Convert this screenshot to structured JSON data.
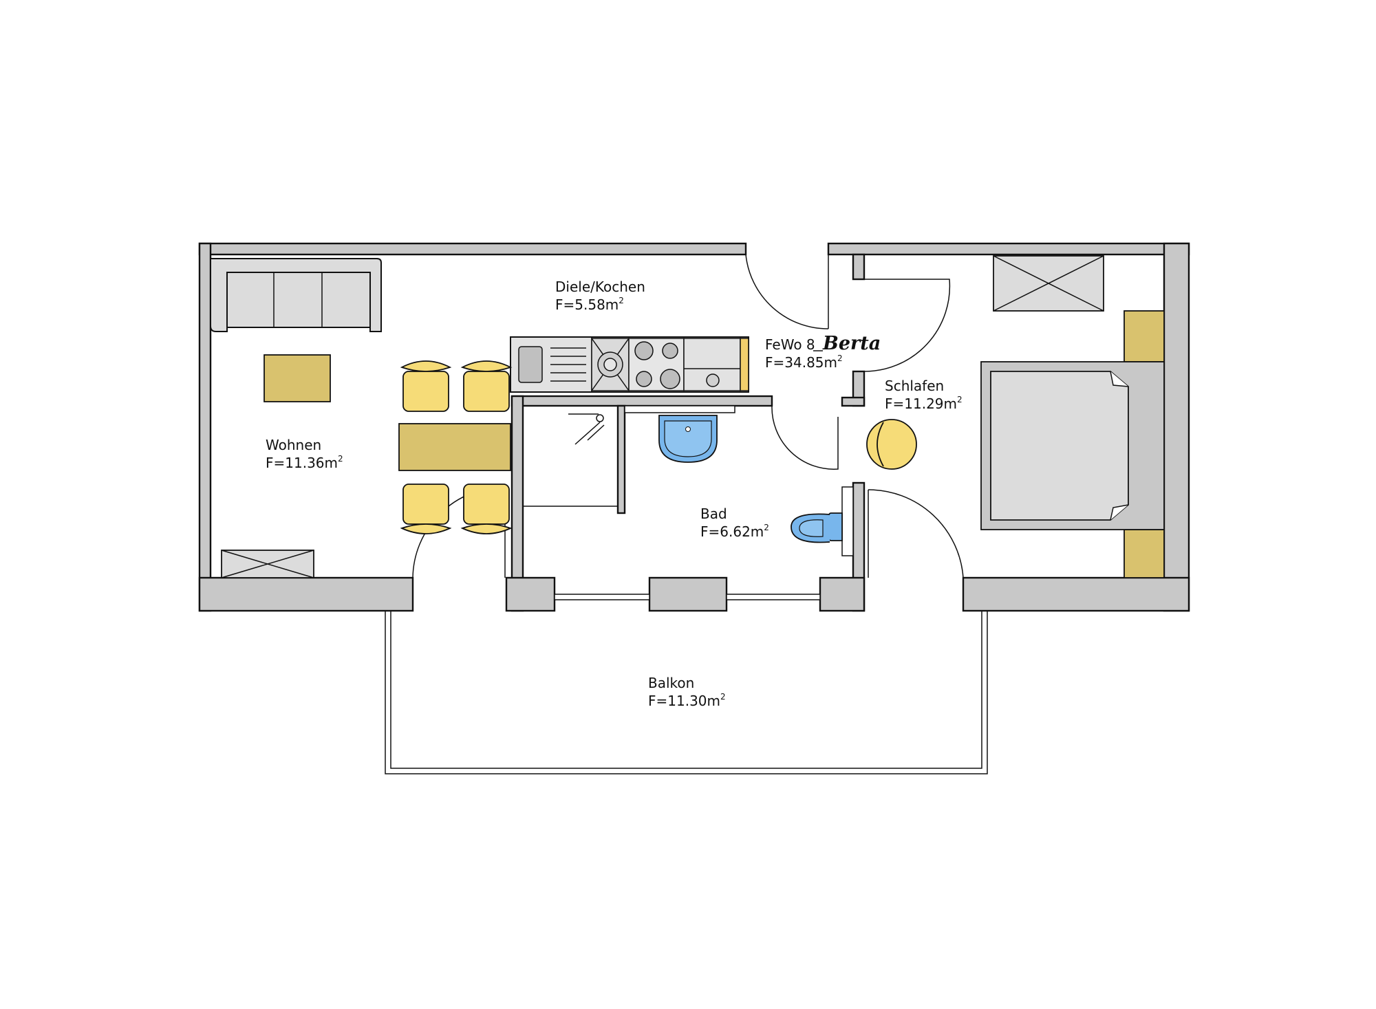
{
  "plan": {
    "unit": {
      "name": "FeWo 8",
      "brand": "Berta",
      "area": "F=34.85m",
      "area_unit_sup": "2"
    },
    "rooms": [
      {
        "id": "diele-kochen",
        "name": "Diele/Kochen",
        "area": "F=5.58m",
        "sup": "2"
      },
      {
        "id": "wohnen",
        "name": "Wohnen",
        "area": "F=11.36m",
        "sup": "2"
      },
      {
        "id": "bad",
        "name": "Bad",
        "area": "F=6.62m",
        "sup": "2"
      },
      {
        "id": "schlafen",
        "name": "Schlafen",
        "area": "F=11.29m",
        "sup": "2"
      },
      {
        "id": "balkon",
        "name": "Balkon",
        "area": "F=11.30m",
        "sup": "2"
      }
    ],
    "colors": {
      "wall": "#c8c8c8",
      "furniture": "#dcdcdc",
      "table": "#d9c26e",
      "chair": "#f6dc78",
      "sanitary": "#78b6ec",
      "brand": "#a3121f"
    }
  }
}
